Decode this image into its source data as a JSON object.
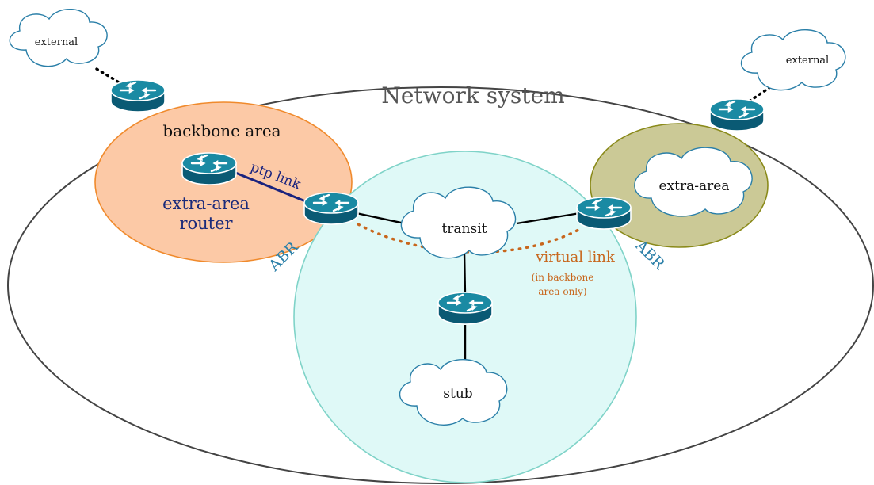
{
  "system": {
    "title": "Network system"
  },
  "areas": {
    "backbone": {
      "label": "backbone area",
      "fill": "#fcc9a6",
      "stroke": "#f08a2c"
    },
    "transit": {
      "fill": "#dff9f7",
      "stroke": "#7fd3c8"
    },
    "extra": {
      "fill": "#cbc996",
      "stroke": "#8a8a1a"
    }
  },
  "clouds": {
    "external_left": "external",
    "external_right": "external",
    "transit": "transit",
    "stub": "stub",
    "extra_area": "extra-area"
  },
  "labels": {
    "extra_area_router_line1": "extra-area",
    "extra_area_router_line2": "router",
    "ptp_link": "ptp link",
    "abr_left": "ABR",
    "abr_right": "ABR",
    "virtual_link": "virtual link",
    "virtual_link_note_line1": "(in backbone",
    "virtual_link_note_line2": "area only)"
  },
  "routers": [
    {
      "name": "router-external-left",
      "icon": "router-icon"
    },
    {
      "name": "router-extra-area-internal",
      "icon": "router-icon"
    },
    {
      "name": "router-abr-left",
      "icon": "router-icon"
    },
    {
      "name": "router-abr-right",
      "icon": "router-icon"
    },
    {
      "name": "router-external-right",
      "icon": "router-icon"
    },
    {
      "name": "router-internal-transit-stub",
      "icon": "router-icon"
    }
  ],
  "colors": {
    "router_top": "#1a8aa3",
    "router_side": "#0a5a74",
    "abr_label": "#2a7fa8",
    "extra_area_router_label": "#1a2a7a",
    "ptp_link": "#1a237e",
    "virtual_link": "#c8661c",
    "system_outline": "#444444"
  }
}
